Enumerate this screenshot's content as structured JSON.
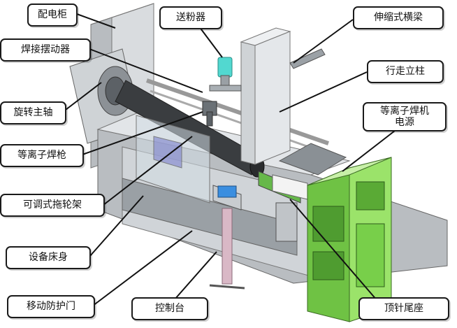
{
  "labels": {
    "distribution_cabinet": "配电柜",
    "welding_oscillator": "焊接摆动器",
    "rotary_spindle": "旋转主轴",
    "plasma_torch": "等离子焊枪",
    "adjustable_roller_frame": "可调式拖轮架",
    "machine_bed": "设备床身",
    "sliding_guard_door": "移动防护门",
    "powder_feeder": "送粉器",
    "telescopic_crossbeam": "伸缩式横梁",
    "traveling_column": "行走立柱",
    "plasma_power_line1": "等离子焊机",
    "plasma_power_line2": "电源",
    "control_console": "控制台",
    "tailstock_center": "顶针尾座"
  },
  "colors": {
    "frame_gray": "#c9cdd2",
    "dark_gray": "#7d8388",
    "power_green": "#7ed14a",
    "workpiece_dark": "#3a3d40",
    "torch_cyan": "#52d8d0",
    "leader_black": "#111111"
  }
}
